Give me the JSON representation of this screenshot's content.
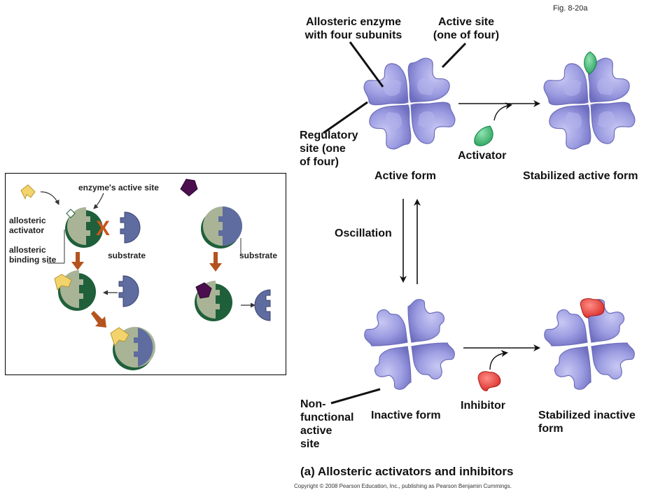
{
  "figure_number": "Fig. 8-20a",
  "labels": {
    "allosteric_enzyme": "Allosteric enzyme\nwith four subunits",
    "active_site": "Active site\n(one of four)",
    "regulatory_site": "Regulatory\nsite (one\nof four)",
    "activator": "Activator",
    "active_form": "Active form",
    "stabilized_active_form": "Stabilized active form",
    "oscillation": "Oscillation",
    "non_functional_site": "Non-\nfunctional\nactive\nsite",
    "inactive_form": "Inactive form",
    "inhibitor": "Inhibitor",
    "stabilized_inactive_form": "Stabilized inactive\nform"
  },
  "caption": "(a) Allosteric activators and inhibitors",
  "copyright": "Copyright © 2008 Pearson Education, Inc., publishing as Pearson Benjamin Cummings.",
  "inset": {
    "enzyme_active_site": "enzyme's active site",
    "allosteric_activator": "allosteric\nactivator",
    "allosteric_binding_site": "allosteric\nbinding site",
    "substrate_left": "substrate",
    "substrate_right": "substrate"
  },
  "colors": {
    "enzyme_fill": "#9b9bdf",
    "enzyme_stroke": "#6d6dbb",
    "activator": "#2db36a",
    "inhibitor": "#e0302a",
    "arrow_brown": "#b5531f",
    "inset_enzyme": "#a9b497",
    "inset_rim": "#1f5f3a",
    "substrate": "#5f6c9f",
    "inset_activator": "#f3d36b",
    "inset_inhibitor": "#4b0f4f"
  }
}
